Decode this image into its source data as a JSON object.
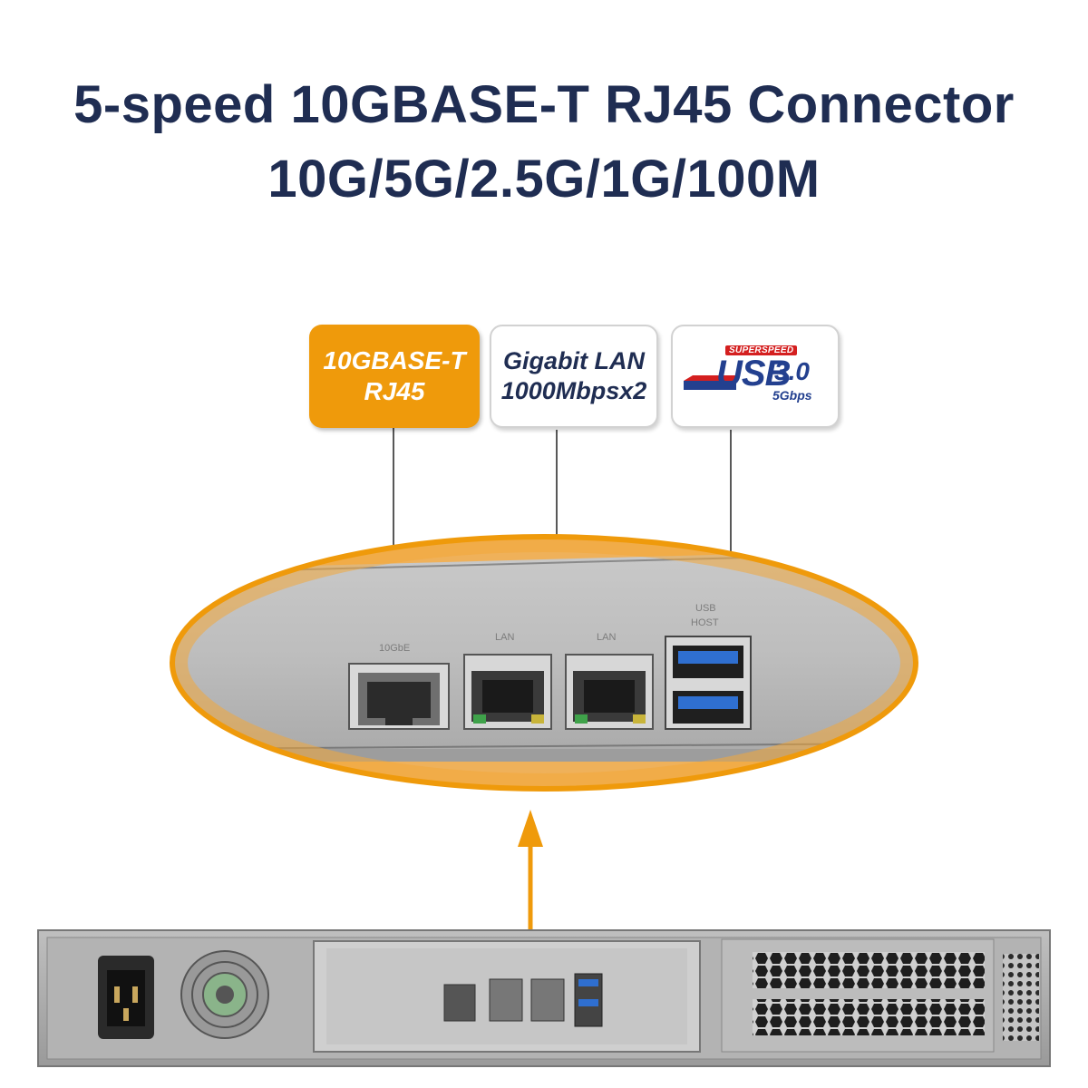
{
  "heading": {
    "title": "5-speed 10GBASE-T RJ45 Connector",
    "subtitle": "10G/5G/2.5G/1G/100M"
  },
  "callouts": {
    "ten_g": {
      "line1": "10GBASE-T",
      "line2": "RJ45"
    },
    "lan": {
      "line1": "Gigabit LAN",
      "line2": "1000Mbpsx2"
    },
    "usb": {
      "super": "SUPERSPEED",
      "main": "USB",
      "version": "3.0",
      "speed": "5Gbps"
    }
  },
  "panel_labels": {
    "ten_g": "10GbE",
    "lan_left": "LAN",
    "lan_right": "LAN",
    "usb_top": "USB",
    "usb_bottom": "HOST"
  },
  "colors": {
    "heading": "#1f2d52",
    "accent_orange": "#ef9a0b",
    "usb_blue": "#23408f",
    "usb_port_blue": "#2f6fd0"
  }
}
